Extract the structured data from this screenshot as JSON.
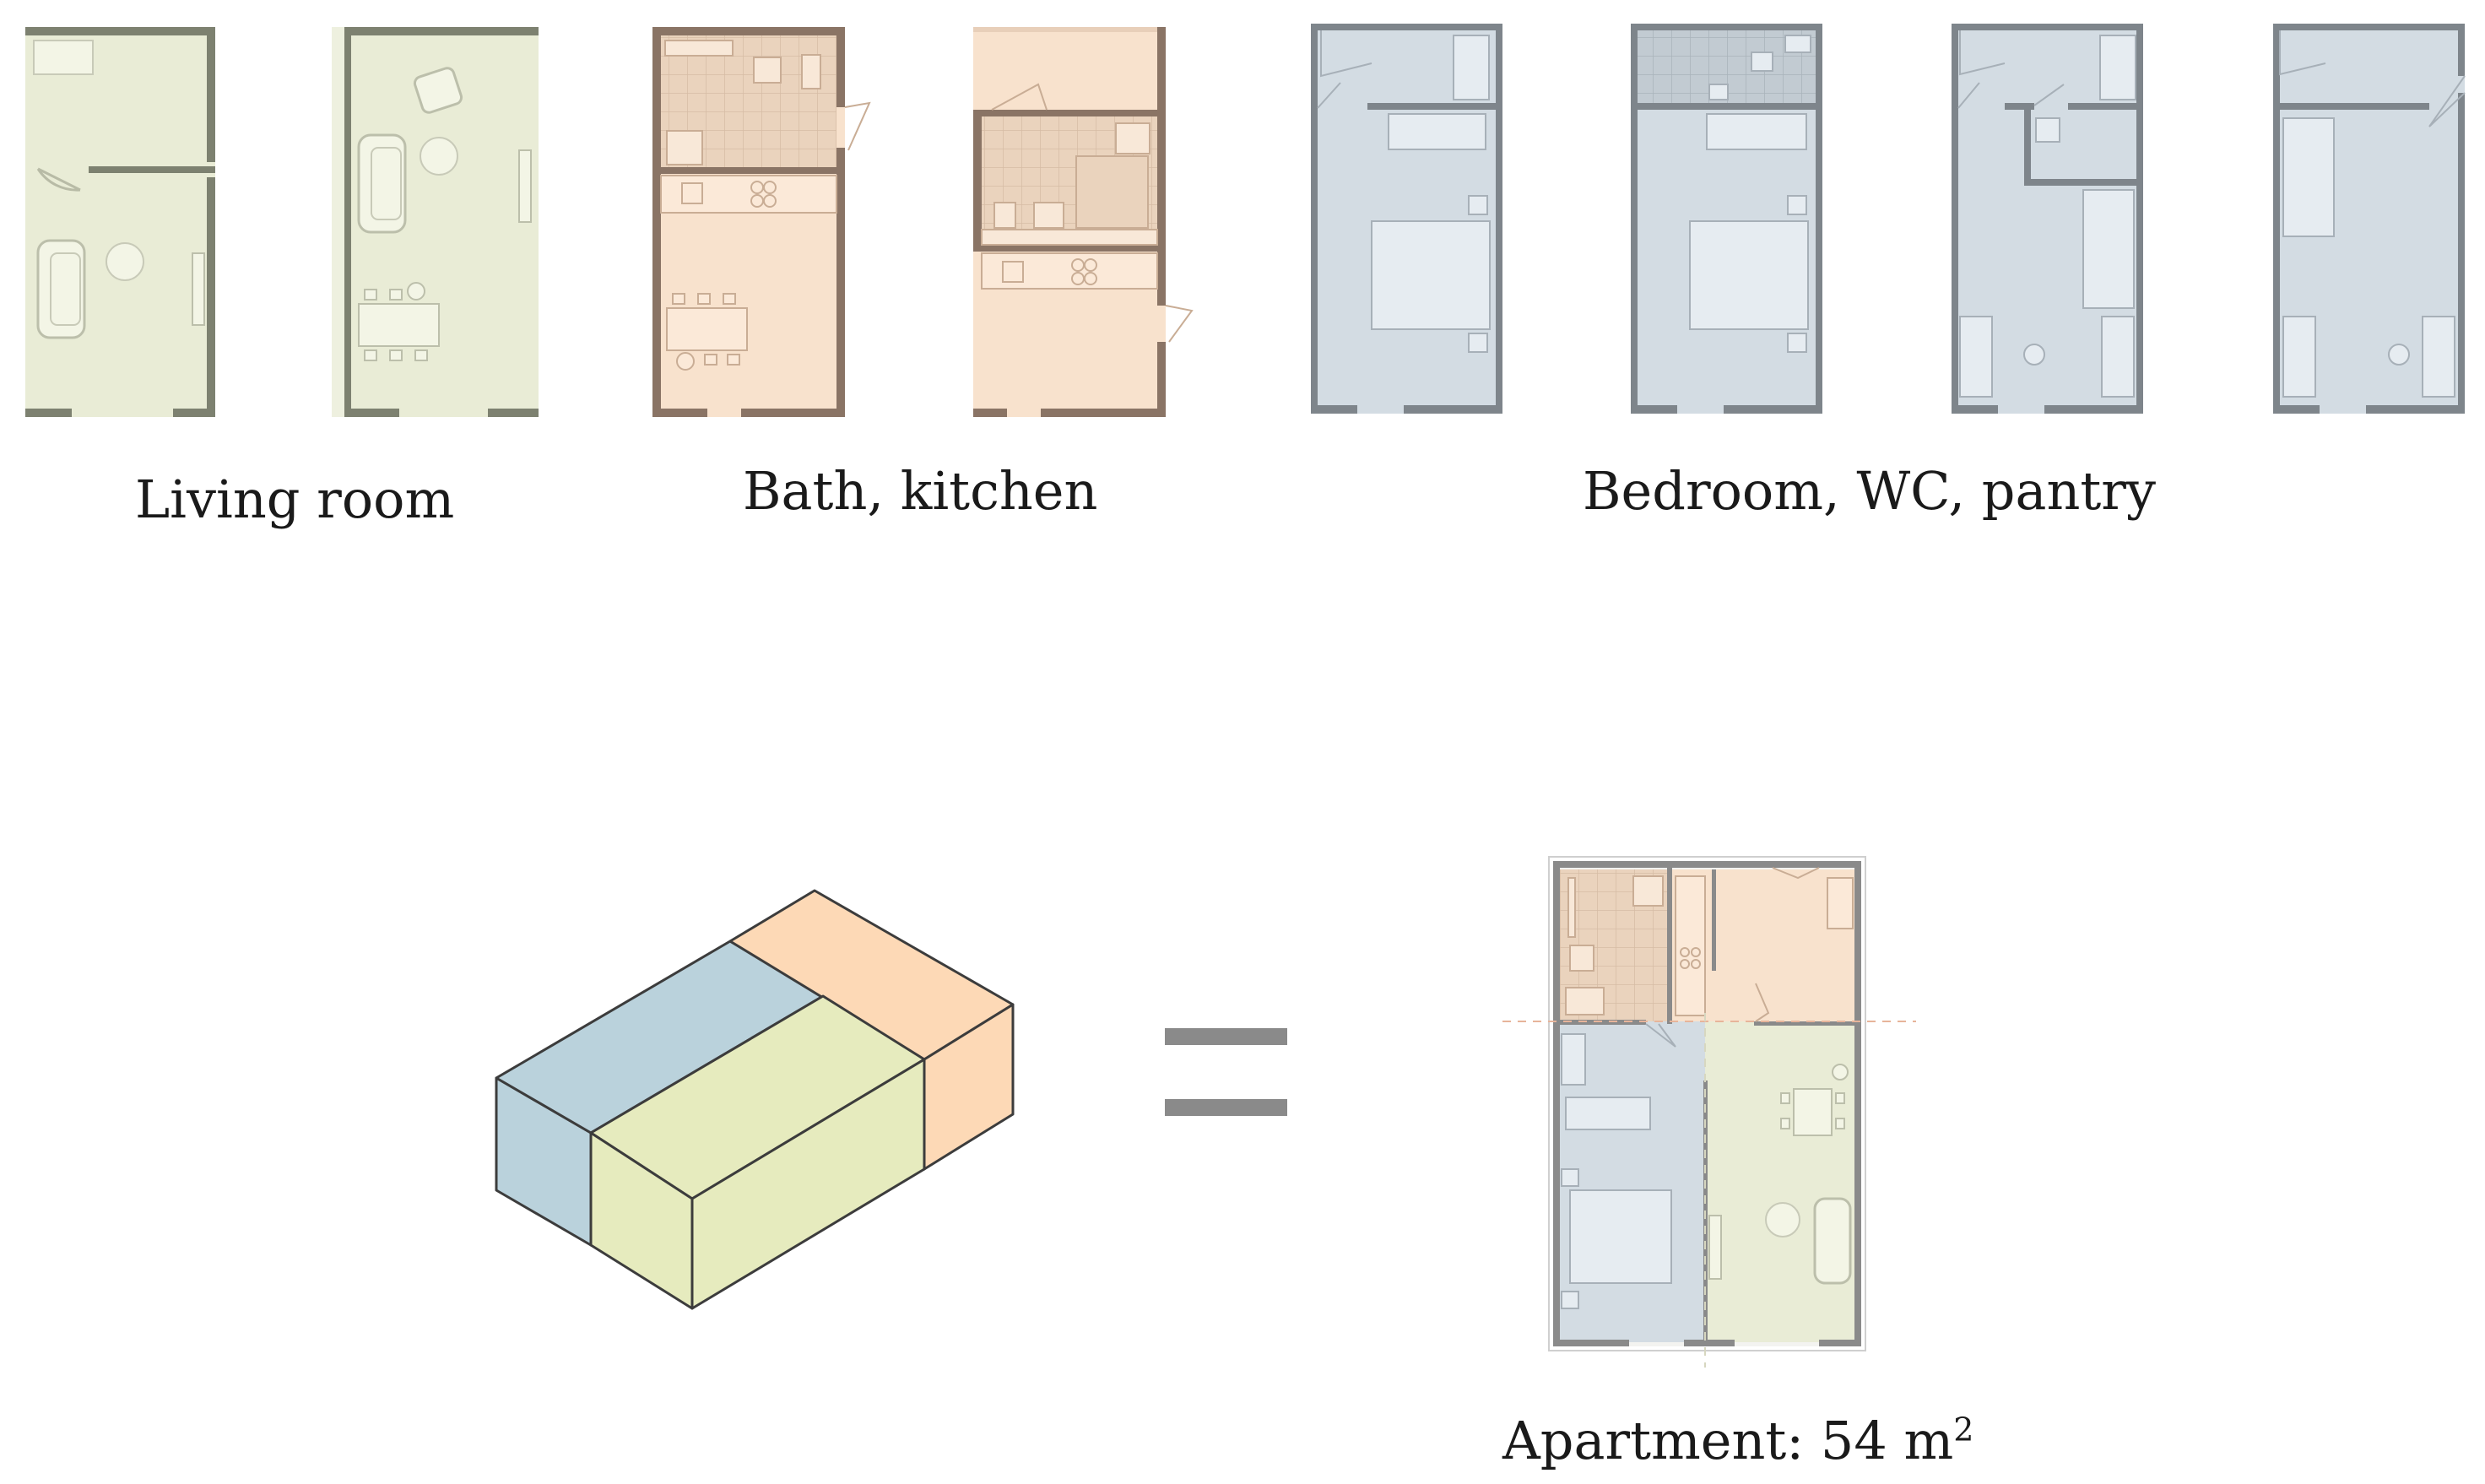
{
  "captions": {
    "living": "Living room",
    "bath_kitchen": "Bath, kitchen",
    "bedroom_wc_pantry": "Bedroom, WC, pantry",
    "apartment": "Apartment: 54 m",
    "apartment_sup": "2"
  },
  "colors": {
    "living": "#e9ecd6",
    "bath_kitchen": "#f8e2cd",
    "bath_tile": "#ead2bc",
    "bedroom": "#d3dce3",
    "wall_green": "#7d8170",
    "wall_brown": "#8a7465",
    "wall_blue": "#7e858b",
    "iso_blue": "#bad2dc",
    "iso_green": "#e6ebbe",
    "iso_orange": "#fdd9b6",
    "equals": "#8a8a8a"
  },
  "icons": [
    "sofa-icon",
    "round-table-icon",
    "armchair-icon",
    "dining-table-icon",
    "bed-icon",
    "kitchen-counter-icon",
    "door-swing-icon",
    "isometric-box-icon",
    "equals-sign-icon"
  ]
}
